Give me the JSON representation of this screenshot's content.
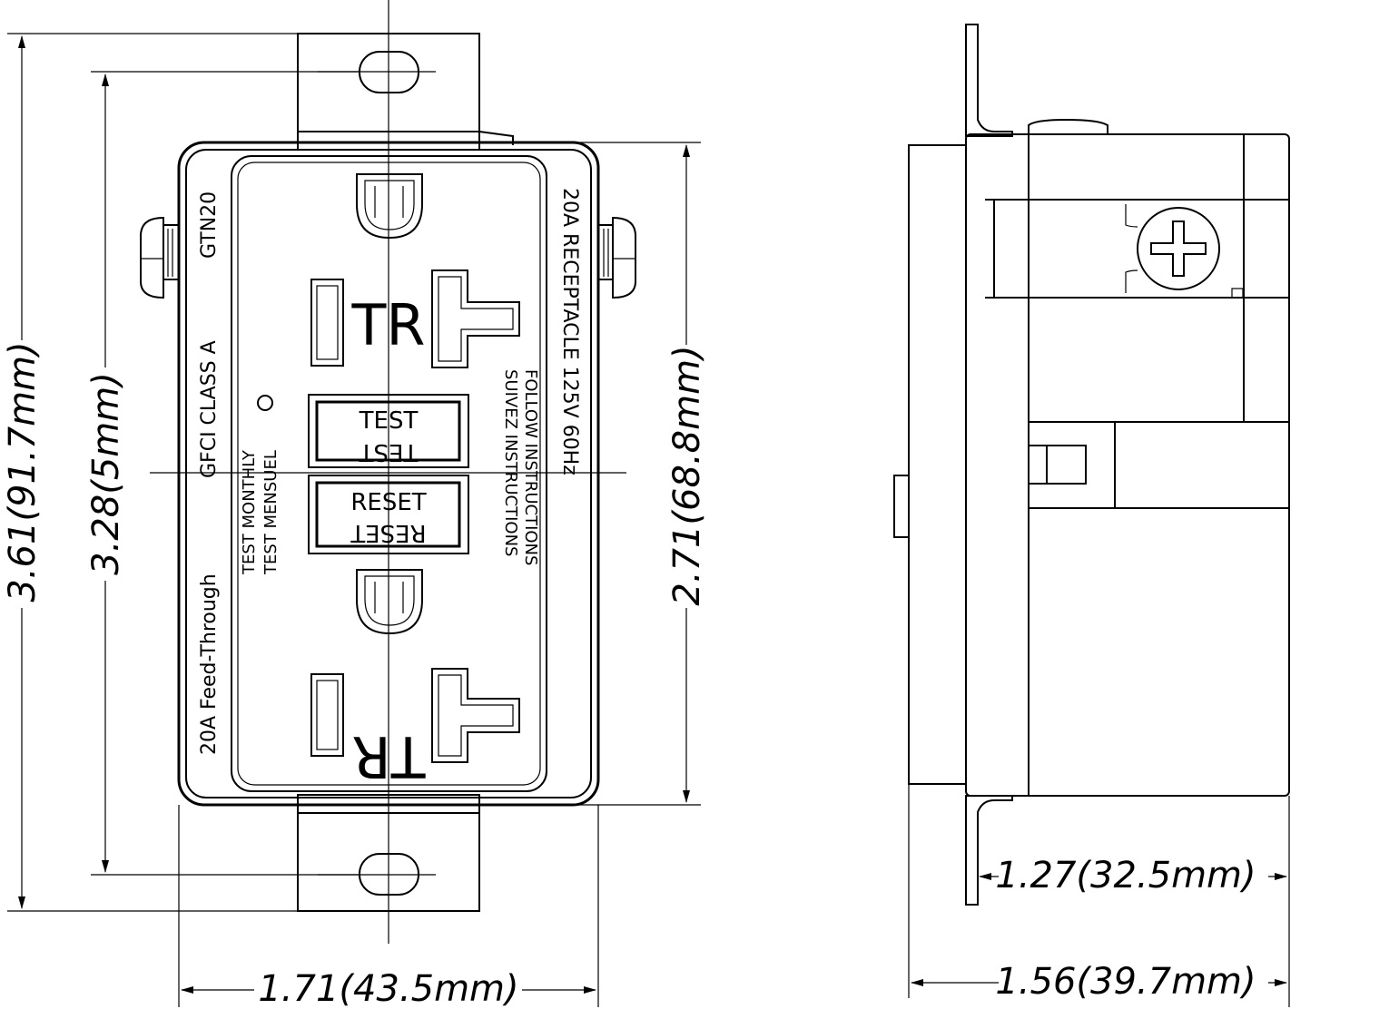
{
  "dimensions": {
    "overall_height": "3.61(91.7mm)",
    "mount_hole_spacing": "3.28(5mm)",
    "body_height": "2.71(68.8mm)",
    "body_width": "1.71(43.5mm)",
    "depth_behind_strap": "1.27(32.5mm)",
    "overall_depth": "1.56(39.7mm)"
  },
  "labels": {
    "model": "GTN20",
    "gfci_class": "GFCI  CLASS A",
    "feed_through": "20A  Feed-Through",
    "receptacle_rating": "20A  RECEPTACLE   125V   60Hz",
    "follow_instructions": "FOLLOW INSTRUCTIONS",
    "suivez_instructions": "SUIVEZ INSTRUCTIONS",
    "test_monthly": "TEST MONTHLY",
    "test_mensuel": "TEST MENSUEL",
    "tr": "TR",
    "test_button": "TEST",
    "reset_button": "RESET"
  }
}
